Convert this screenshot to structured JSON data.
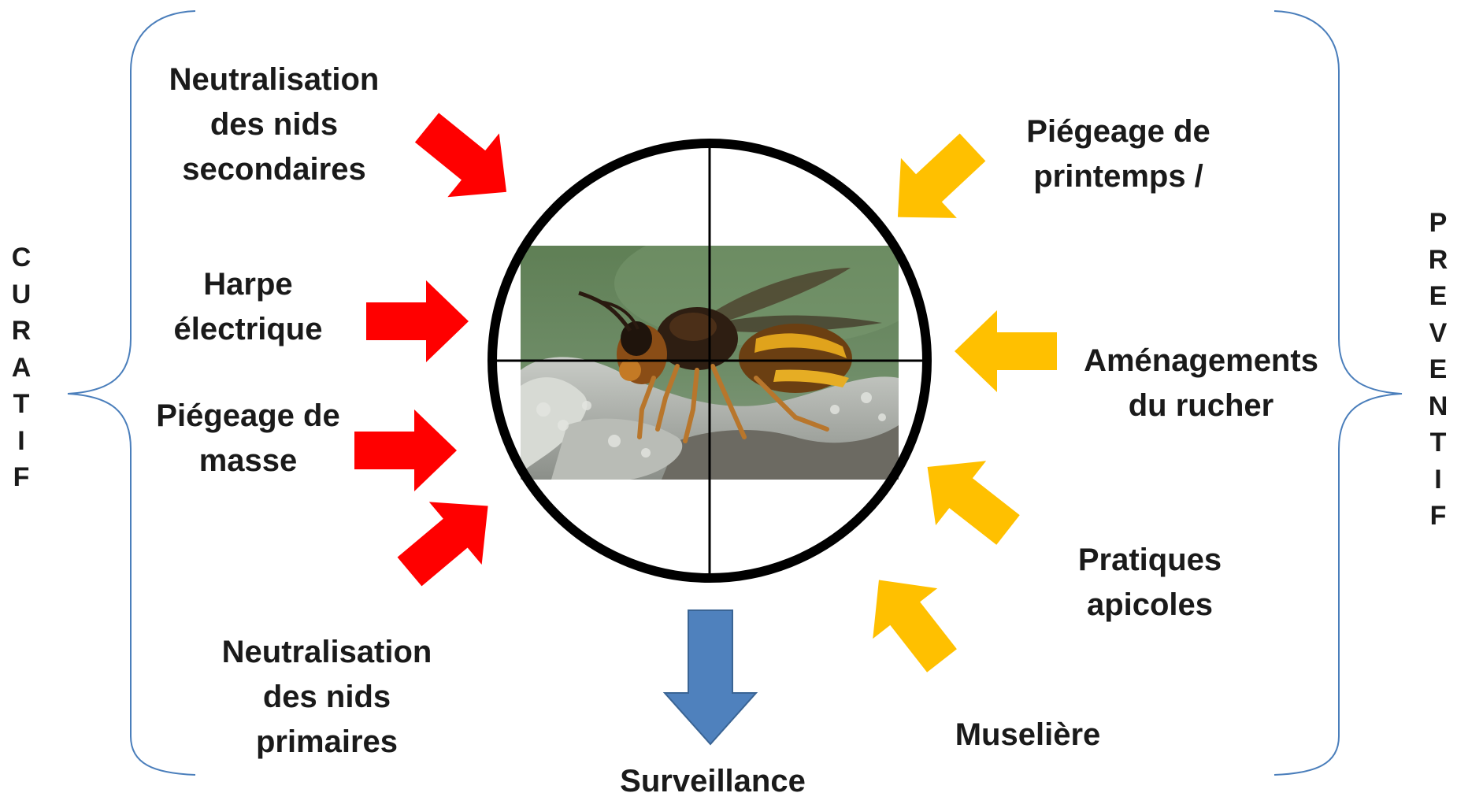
{
  "diagram": {
    "left_side": {
      "title": "CURATIF",
      "actions": [
        {
          "lines": [
            "Neutralisation",
            "des nids",
            "secondaires"
          ]
        },
        {
          "lines": [
            "Harpe",
            "électrique"
          ]
        },
        {
          "lines": [
            "Piégeage de",
            "masse"
          ]
        },
        {
          "lines": [
            "Neutralisation",
            "des nids",
            "primaires"
          ]
        }
      ]
    },
    "right_side": {
      "title": "PREVENTIF",
      "actions": [
        {
          "lines": [
            "Piégeage de",
            "printemps /"
          ]
        },
        {
          "lines": [
            "Aménagements",
            "du rucher"
          ]
        },
        {
          "lines": [
            "Pratiques",
            "apicoles"
          ]
        },
        {
          "lines": [
            "Muselière"
          ]
        }
      ]
    },
    "bottom": {
      "label": "Surveillance"
    },
    "center_image": "hornet-photo-in-crosshair",
    "colors": {
      "curatif_arrow": "#ff0000",
      "preventif_arrow": "#ffc000",
      "surveillance_arrow": "#4f81bd",
      "brace": "#4a7ebb",
      "scope": "#000000"
    }
  }
}
